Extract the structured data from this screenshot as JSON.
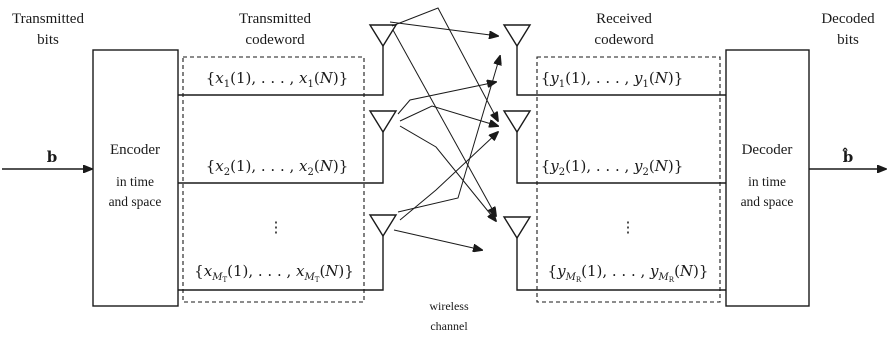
{
  "labels": {
    "transmitted_bits": [
      "Transmitted",
      "bits"
    ],
    "transmitted_codeword": [
      "Transmitted",
      "codeword"
    ],
    "received_codeword": [
      "Received",
      "codeword"
    ],
    "decoded_bits": [
      "Decoded",
      "bits"
    ],
    "input_symbol": "b",
    "output_symbol": "b̂",
    "wireless_channel": [
      "wireless",
      "channel"
    ]
  },
  "encoder": {
    "title": "Encoder",
    "subtitle": [
      "in time",
      "and space"
    ]
  },
  "decoder": {
    "title": "Decoder",
    "subtitle": [
      "in time",
      "and space"
    ]
  },
  "tx_streams": [
    "{x₁(1), . . . , x₁(N)}",
    "{x₂(1), . . . , x₂(N)}",
    "⋮",
    "{x_{M_T}(1), . . . , x_{M_T}(N)}"
  ],
  "rx_streams": [
    "{y₁(1), . . . , y₁(N)}",
    "{y₂(1), . . . , y₂(N)}",
    "⋮",
    "{y_{M_R}(1), . . . , y_{M_R}(N)}"
  ]
}
